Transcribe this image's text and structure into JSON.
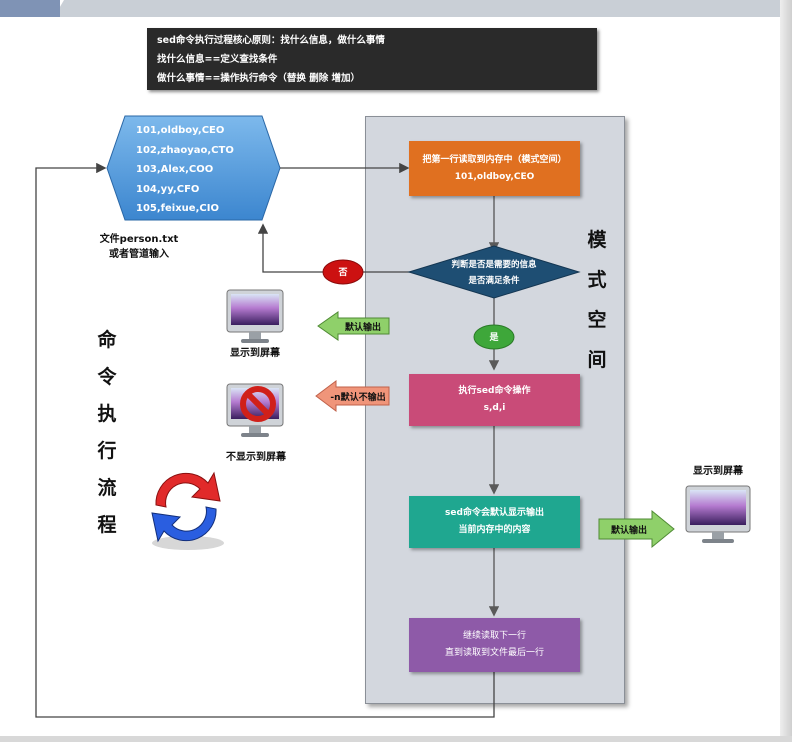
{
  "header_note": {
    "line1": "sed命令执行过程核心原则：找什么信息，做什么事情",
    "line2": "找什么信息==定义查找条件",
    "line3": "做什么事情==操作执行命令（替换 删除 增加）"
  },
  "input": {
    "records": [
      "101,oldboy,CEO",
      "102,zhaoyao,CTO",
      "103,Alex,COO",
      "104,yy,CFO",
      "105,feixue,CIO"
    ],
    "caption_line1": "文件person.txt",
    "caption_line2": "或者管道输入"
  },
  "pattern_space": {
    "title_chars": [
      "模",
      "式",
      "空",
      "间"
    ]
  },
  "steps": {
    "read_line1": "把第一行读取到内存中（模式空间）",
    "read_line2": "101,oldboy,CEO",
    "decision_line1": "判断是否是需要的信息",
    "decision_line2": "是否满足条件",
    "no_label": "否",
    "yes_label": "是",
    "exec_line1": "执行sed命令操作",
    "exec_line2": "s,d,i",
    "output_line1": "sed命令会默认显示输出",
    "output_line2": "当前内存中的内容",
    "continue_line1": "继续读取下一行",
    "continue_line2": "直到读取到文件最后一行"
  },
  "outputs": {
    "default_output_left": "默认输出",
    "show_on_screen_left": "显示到屏幕",
    "no_default_output": "-n默认不输出",
    "not_show_on_screen": "不显示到屏幕",
    "default_output_right": "默认输出",
    "show_on_screen_right": "显示到屏幕"
  },
  "flow_title": {
    "chars": [
      "命",
      "令",
      "执",
      "行",
      "流",
      "程"
    ]
  },
  "icons": [
    "monitor-icon",
    "prohibited-icon",
    "refresh-cycle-icon"
  ],
  "colors": {
    "read_box": "#e07020",
    "decision": "#1e4e73",
    "no_ellipse": "#cc1111",
    "yes_ellipse": "#3ea73a",
    "exec_box": "#c94b78",
    "output_box": "#1fa790",
    "continue_box": "#8e5aa8",
    "green_arrow": "#8fd06a",
    "salmon_arrow": "#f0957a",
    "hexagon": "#4c9bde"
  }
}
